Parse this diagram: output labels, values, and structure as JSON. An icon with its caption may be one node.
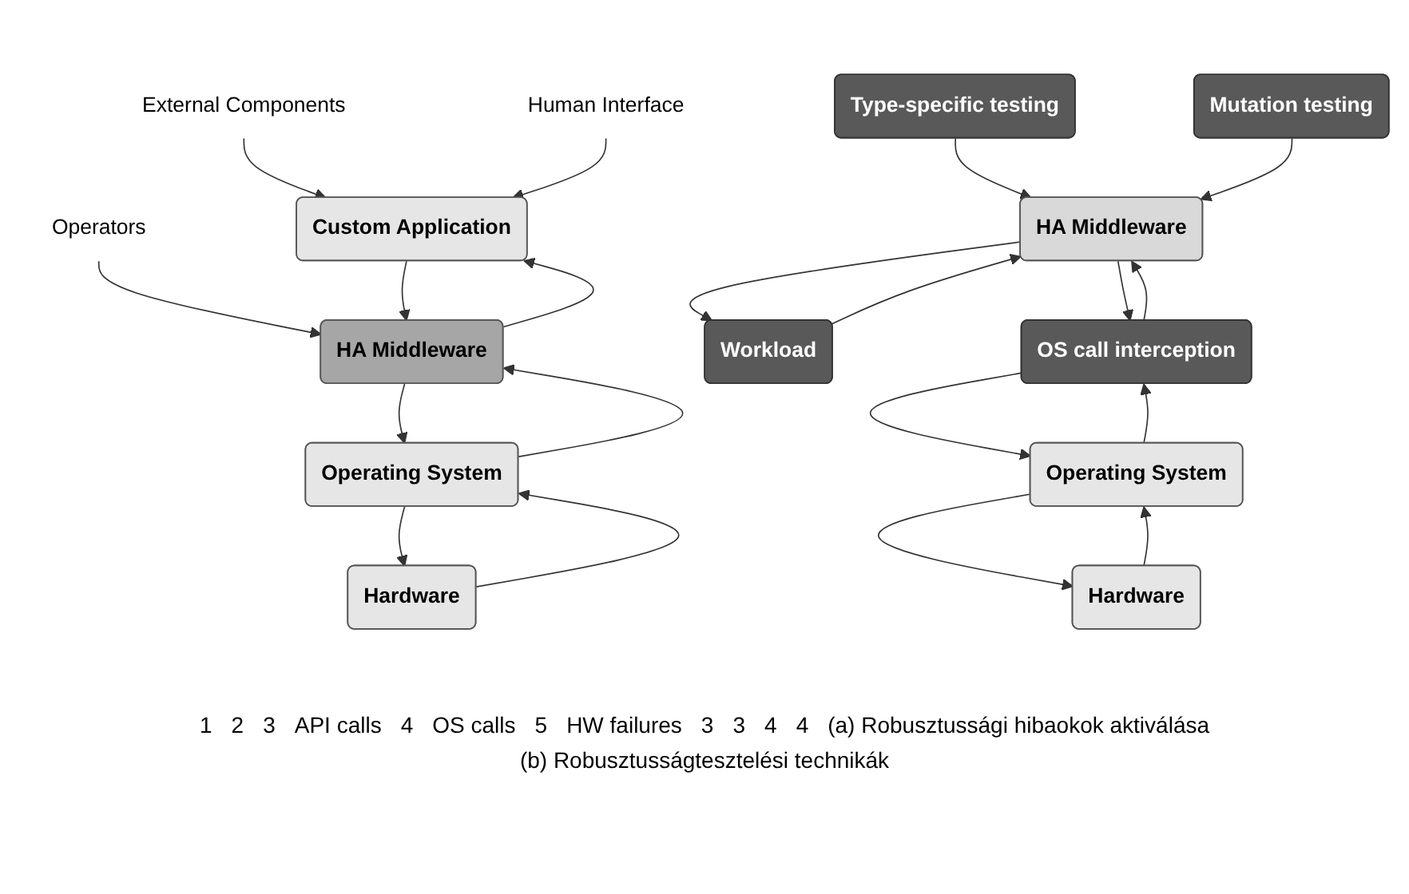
{
  "diagram": {
    "nodes": [
      {
        "text": [
          "External Components"
        ]
      },
      {
        "text": [
          "Human Interface"
        ]
      },
      {
        "text": [
          "Operators"
        ]
      },
      {
        "text": [
          "Custom Application"
        ]
      },
      {
        "text": [
          "HA Middleware"
        ]
      },
      {
        "text": [
          "Operating System"
        ]
      },
      {
        "text": [
          "Hardware"
        ]
      },
      {
        "text": [
          "Type-specific testing"
        ]
      },
      {
        "text": [
          "Mutation testing"
        ]
      },
      {
        "text": [
          "Workload"
        ]
      },
      {
        "text": [
          "HA Middleware"
        ]
      },
      {
        "text": [
          "OS call interception"
        ]
      },
      {
        "text": [
          "Operating System"
        ]
      },
      {
        "text": [
          "Hardware"
        ]
      }
    ],
    "edges": [
      {
        "from": 0,
        "to": 3,
        "arrow": "to"
      },
      {
        "from": 1,
        "to": 3,
        "arrow": "to"
      },
      {
        "from": 2,
        "to": 4,
        "arrow": "to"
      },
      {
        "from": 3,
        "to": 4,
        "arrow": "to"
      },
      {
        "from": 4,
        "to": 3,
        "arrow": "to"
      },
      {
        "from": 4,
        "to": 5,
        "arrow": "to"
      },
      {
        "from": 5,
        "to": 4,
        "arrow": "to"
      },
      {
        "from": 5,
        "to": 6,
        "arrow": "to"
      },
      {
        "from": 6,
        "to": 5,
        "arrow": "to"
      },
      {
        "from": 7,
        "to": 10,
        "arrow": "to"
      },
      {
        "from": 8,
        "to": 10,
        "arrow": "to"
      },
      {
        "from": 9,
        "to": 10,
        "arrow": "to"
      },
      {
        "from": 10,
        "to": 9,
        "arrow": "to"
      },
      {
        "from": 10,
        "to": 11,
        "arrow": "to"
      },
      {
        "from": 11,
        "to": 10,
        "arrow": "to"
      },
      {
        "from": 11,
        "to": 12,
        "arrow": "to"
      },
      {
        "from": 12,
        "to": 11,
        "arrow": "to"
      },
      {
        "from": 12,
        "to": 13,
        "arrow": "to"
      },
      {
        "from": 13,
        "to": 12,
        "arrow": "to"
      }
    ],
    "labels": [
      "1",
      "2",
      "3",
      "API calls",
      "4",
      "OS calls",
      "5",
      "HW failures",
      "3",
      "3",
      "4",
      "4",
      "(a) Robusztussági hibaokok aktiválása",
      "(b) Robusztusságtesztelési technikák"
    ]
  }
}
